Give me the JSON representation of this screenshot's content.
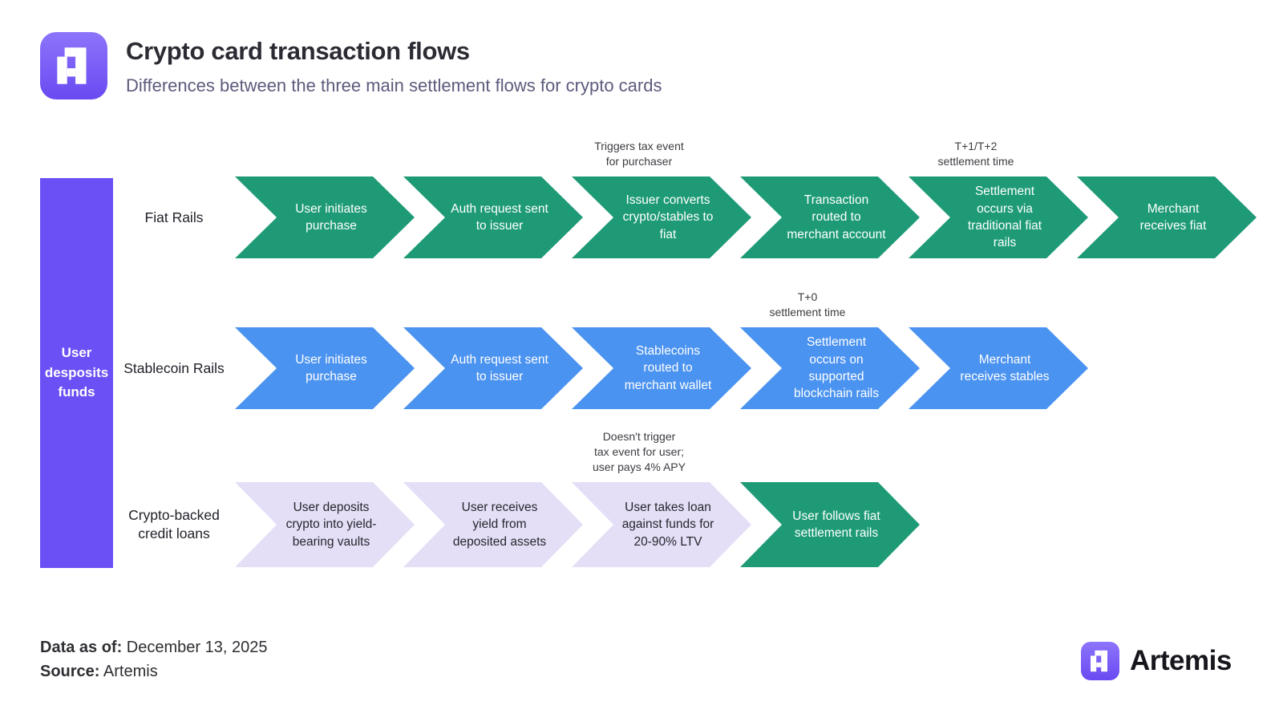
{
  "header": {
    "title": "Crypto card transaction flows",
    "subtitle": "Differences between the three main settlement flows for crypto cards"
  },
  "colors": {
    "green": "#1e9b76",
    "blue": "#4b93f0",
    "lavender": "#e4dff7",
    "purple": "#6b50f5"
  },
  "left_bar": {
    "label": "User desposits funds"
  },
  "rows": [
    {
      "label": "Fiat Rails",
      "steps": [
        {
          "label": "User initiates purchase"
        },
        {
          "label": "Auth request sent to issuer"
        },
        {
          "label": "Issuer converts crypto/stables to fiat",
          "note": "Triggers tax event\nfor purchaser"
        },
        {
          "label": "Transaction routed to merchant account"
        },
        {
          "label": "Settlement occurs via traditional fiat rails",
          "note": "T+1/T+2\nsettlement time"
        },
        {
          "label": "Merchant receives fiat"
        }
      ]
    },
    {
      "label": "Stablecoin Rails",
      "steps": [
        {
          "label": "User initiates purchase"
        },
        {
          "label": "Auth request sent to issuer"
        },
        {
          "label": "Stablecoins routed to merchant wallet"
        },
        {
          "label": "Settlement occurs on supported blockchain rails",
          "note": "T+0\nsettlement time"
        },
        {
          "label": "Merchant receives stables"
        }
      ]
    },
    {
      "label": "Crypto-backed credit loans",
      "steps": [
        {
          "label": "User deposits crypto into yield-bearing vaults"
        },
        {
          "label": "User receives yield from deposited assets"
        },
        {
          "label": "User takes loan against funds for 20-90% LTV",
          "note": "Doesn't trigger\ntax event for user;\nuser pays 4% APY"
        },
        {
          "label": "User follows fiat settlement rails"
        }
      ]
    }
  ],
  "footer": {
    "data_as_of_label": "Data as of:",
    "data_as_of_value": " December 13, 2025",
    "source_label": "Source:",
    "source_value": " Artemis",
    "brand": "Artemis"
  }
}
